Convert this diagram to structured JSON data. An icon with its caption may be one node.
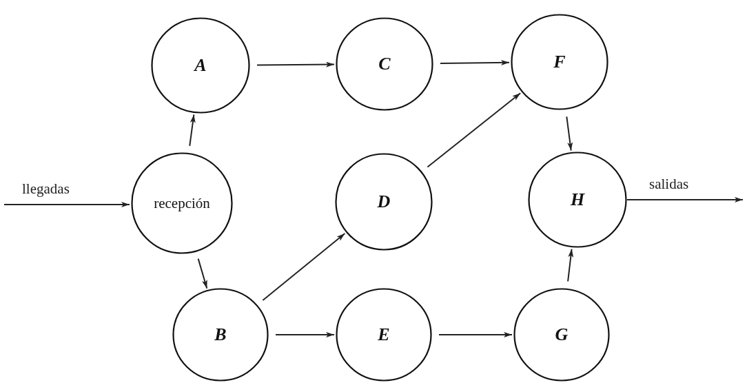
{
  "diagram": {
    "nodes": [
      {
        "text": [
          "A"
        ]
      },
      {
        "text": [
          "C"
        ]
      },
      {
        "text": [
          "F"
        ]
      },
      {
        "text": [
          "recepción"
        ]
      },
      {
        "text": [
          "D"
        ]
      },
      {
        "text": [
          "H"
        ]
      },
      {
        "text": [
          "B"
        ]
      },
      {
        "text": [
          "E"
        ]
      },
      {
        "text": [
          "G"
        ]
      }
    ],
    "edges": [
      {
        "from": null,
        "to": 3,
        "arrow": "to",
        "label": "llegadas"
      },
      {
        "from": 3,
        "to": 0,
        "arrow": "to"
      },
      {
        "from": 3,
        "to": 6,
        "arrow": "to"
      },
      {
        "from": 0,
        "to": 1,
        "arrow": "to"
      },
      {
        "from": 1,
        "to": 2,
        "arrow": "to"
      },
      {
        "from": 6,
        "to": 4,
        "arrow": "to"
      },
      {
        "from": 4,
        "to": 2,
        "arrow": "to"
      },
      {
        "from": 6,
        "to": 7,
        "arrow": "to"
      },
      {
        "from": 7,
        "to": 8,
        "arrow": "to"
      },
      {
        "from": 2,
        "to": 5,
        "arrow": "to"
      },
      {
        "from": 8,
        "to": 5,
        "arrow": "to"
      },
      {
        "from": 5,
        "to": null,
        "arrow": "to",
        "label": "salidas"
      }
    ]
  }
}
